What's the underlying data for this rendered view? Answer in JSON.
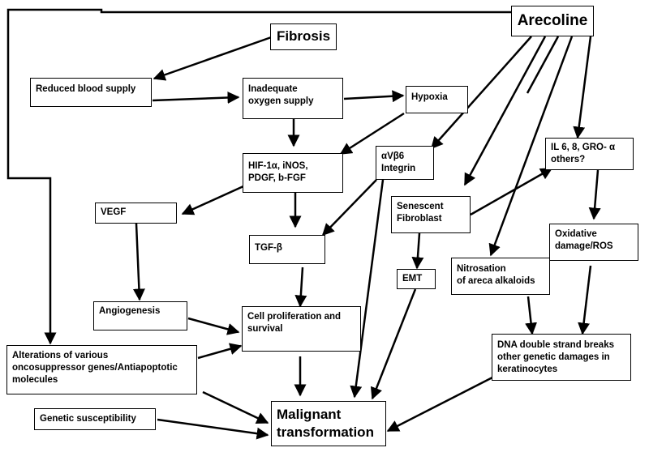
{
  "nodes": {
    "arecoline": "Arecoline",
    "fibrosis": "Fibrosis",
    "reduced_blood": "Reduced blood supply",
    "inadequate_oxygen": "Inadequate\noxygen supply",
    "hypoxia": "Hypoxia",
    "hif": "HIF-1α,  iNOS,\nPDGF,  b-FGF",
    "integrin": "αVβ6\nIntegrin",
    "il": "IL 6, 8, GRO- α\nothers?",
    "vegf": "VEGF",
    "tgf": "TGF-β",
    "senescent": "Senescent\nFibroblast",
    "oxidative": "Oxidative\ndamage/ROS",
    "emt": "EMT",
    "nitrosation": "Nitrosation\nof areca alkaloids",
    "angiogenesis": "Angiogenesis",
    "cell_prolif": "Cell proliferation and\nsurvival",
    "dna": "DNA double strand breaks\nother genetic damages in\nkeratinocytes",
    "alterations": "Alterations  of  various\noncosuppressor genes/Antiapoptotic\nmolecules",
    "genetic": "Genetic susceptibility",
    "malignant": "Malignant\ntransformation"
  }
}
